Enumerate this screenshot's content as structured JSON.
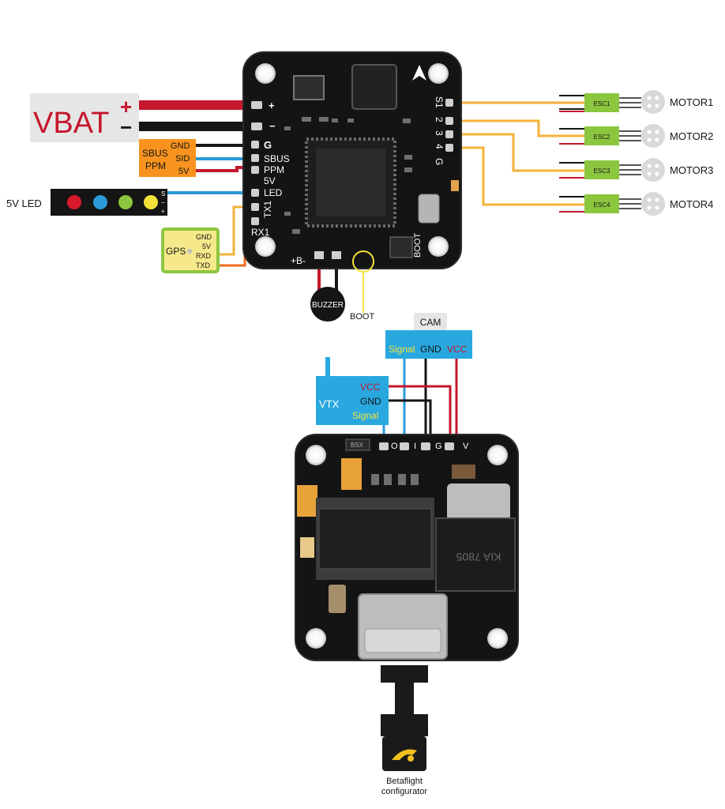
{
  "colors": {
    "board": "#141414",
    "board_edge": "#2a2a2a",
    "wire_red": "#c4172c",
    "wire_black": "#151515",
    "wire_blue": "#2a9ad9",
    "wire_yellow": "#f6b23a",
    "wire_orange": "#f26a1f",
    "esc_green": "#8cc63f",
    "gps_green": "#8cc63f",
    "gps_fill": "#f6e98b",
    "receiver_orange": "#f7931e",
    "vtx_blue": "#29a8e0",
    "vbat_box": "#e6e6e6",
    "vbat_text": "#c4172c"
  },
  "flight_controller": {
    "vbat": {
      "label": "VBAT",
      "plus": "+",
      "minus": "−"
    },
    "receiver": {
      "lines": [
        "SBUS",
        "PPM"
      ],
      "pins": [
        "GND",
        "SID",
        "5V"
      ]
    },
    "led_strip": {
      "label": "5V LED",
      "pins": [
        "S",
        "−",
        "+"
      ],
      "led_colors": [
        "#d7192e",
        "#2a9ad9",
        "#8cc63f",
        "#f4e23a"
      ]
    },
    "gps": {
      "label": "GPS",
      "pins": [
        "GND",
        "5V",
        "RXD",
        "TXD"
      ]
    },
    "pads_left": [
      "+",
      "−",
      "G",
      "SBUS",
      "PPM",
      "5V",
      "LED",
      "TX1",
      "RX1"
    ],
    "pads_right": [
      "S1",
      "2",
      "3",
      "4",
      "G"
    ],
    "bottom_labels": {
      "battery": "+B-",
      "boot": "BOOT"
    },
    "buzzer": "BUZZER",
    "boot_callout": "BOOT",
    "escs": [
      "ESC1",
      "ESC2",
      "ESC3",
      "ESC4"
    ],
    "motors": [
      "MOTOR1",
      "MOTOR2",
      "MOTOR3",
      "MOTOR4"
    ]
  },
  "osd_board": {
    "cam": {
      "label": "CAM",
      "signal": "Signal",
      "gnd": "GND",
      "vcc": "VCC"
    },
    "vtx": {
      "label": "VTX",
      "vcc": "VCC",
      "gnd": "GND",
      "signal": "Signal"
    },
    "pads": [
      "O",
      "I",
      "G",
      "V"
    ],
    "chip_marking_1": "BSX",
    "chip_marking_2": "KIA 7805",
    "configurator": {
      "line1": "Betaflight",
      "line2": "configurator"
    }
  }
}
